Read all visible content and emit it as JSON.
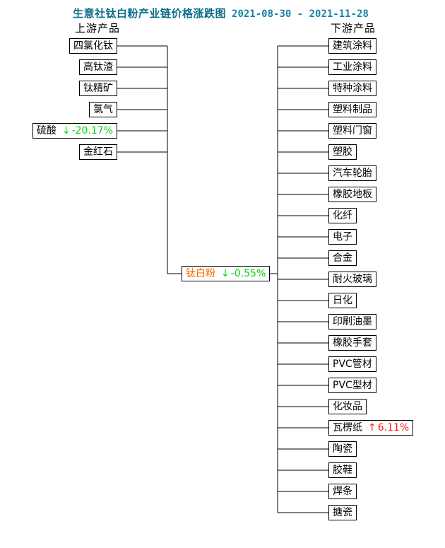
{
  "title": {
    "text": "生意社钛白粉产业链价格涨跌图",
    "date_range": "2021-08-30 - 2021-11-28"
  },
  "headers": {
    "upstream": "上游产品",
    "downstream": "下游产品"
  },
  "center": {
    "label": "钛白粉",
    "arrow": "↓",
    "change": "-0.55%",
    "direction": "down"
  },
  "upstream": {
    "items": [
      {
        "label": "四氯化钛"
      },
      {
        "label": "高钛渣"
      },
      {
        "label": "钛精矿"
      },
      {
        "label": "氯气"
      },
      {
        "label": "硫酸",
        "arrow": "↓",
        "change": "-20.17%",
        "direction": "down"
      },
      {
        "label": "金红石"
      }
    ]
  },
  "downstream": {
    "items": [
      {
        "label": "建筑涂料"
      },
      {
        "label": "工业涂料"
      },
      {
        "label": "特种涂料"
      },
      {
        "label": "塑料制品"
      },
      {
        "label": "塑料门窗"
      },
      {
        "label": "塑胶"
      },
      {
        "label": "汽车轮胎"
      },
      {
        "label": "橡胶地板"
      },
      {
        "label": "化纤"
      },
      {
        "label": "电子"
      },
      {
        "label": "合金"
      },
      {
        "label": "耐火玻璃"
      },
      {
        "label": "日化"
      },
      {
        "label": "印刷油墨"
      },
      {
        "label": "橡胶手套"
      },
      {
        "label": "PVC管材"
      },
      {
        "label": "PVC型材"
      },
      {
        "label": "化妆品"
      },
      {
        "label": "瓦楞纸",
        "arrow": "↑",
        "change": "6.11%",
        "direction": "up"
      },
      {
        "label": "陶瓷"
      },
      {
        "label": "胶鞋"
      },
      {
        "label": "焊条"
      },
      {
        "label": "搪瓷"
      }
    ]
  },
  "colors": {
    "title_blue": "#0a6d8c",
    "date_blue": "#1b82a8",
    "down_green": "#00d40a",
    "up_red": "#ff1a1a",
    "center_orange": "#ff6600",
    "line_black": "#000000"
  }
}
